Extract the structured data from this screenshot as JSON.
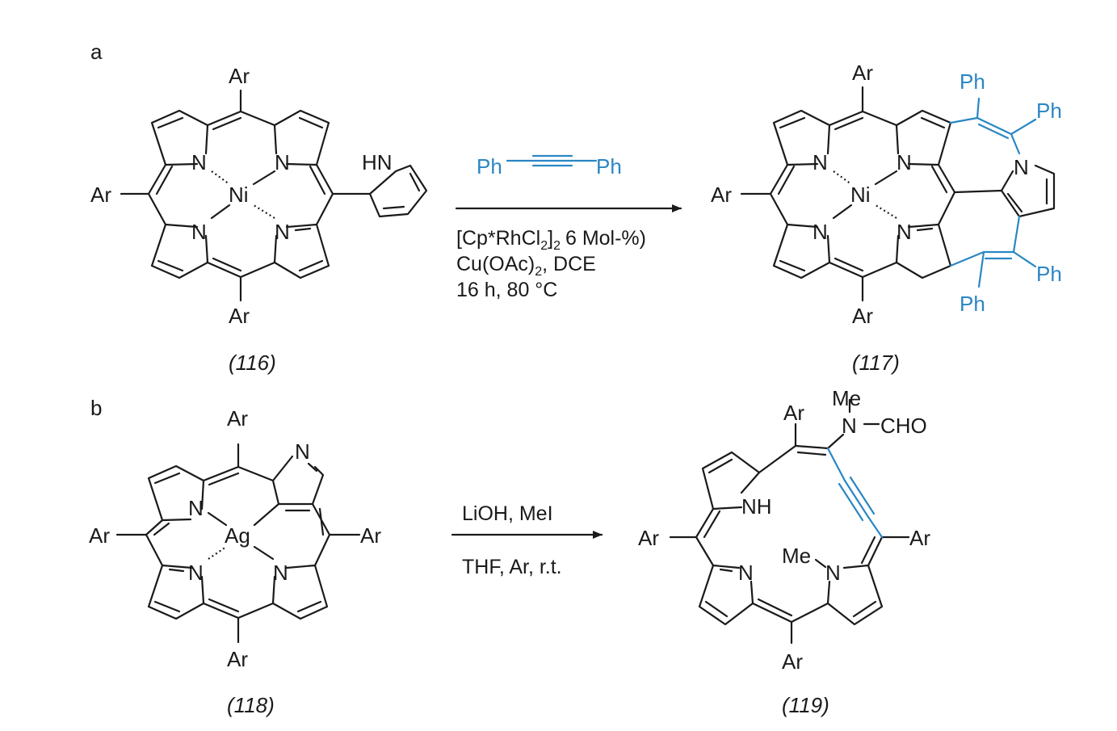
{
  "panels": {
    "a": "a",
    "b": "b"
  },
  "compounds": {
    "c116": "(116)",
    "c117": "(117)",
    "c118": "(118)",
    "c119": "(119)"
  },
  "reaction_a": {
    "reagent_left": "Ph",
    "reagent_right": "Ph",
    "conditions": [
      "6 Mol-%)",
      "Cu(OAc)",
      ", DCE",
      "16 h, 80 °C"
    ],
    "catalyst_parts": [
      "[Cp*RhCl",
      "2",
      "]",
      "2"
    ],
    "cu_sub": "2"
  },
  "reaction_b": {
    "conditions": [
      "LiOH, MeI",
      "THF, Ar, r.t."
    ]
  },
  "atoms": {
    "Ar": "Ar",
    "N": "N",
    "Ni": "Ni",
    "Ag": "Ag",
    "HN": "HN",
    "NH": "NH",
    "Ph": "Ph",
    "Me": "Me",
    "CHO": "CHO"
  },
  "colors": {
    "ink": "#1a1a1a",
    "accent": "#2a86c4"
  }
}
